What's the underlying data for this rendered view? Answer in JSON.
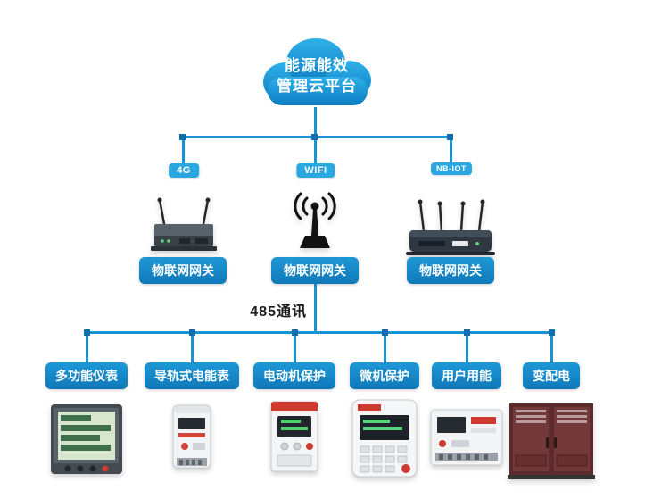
{
  "cloud": {
    "line1": "能源能效",
    "line2": "管理云平台"
  },
  "gateways": [
    {
      "badge": "4G",
      "label": "物联网网关"
    },
    {
      "badge": "WIFI",
      "label": "物联网网关"
    },
    {
      "badge": "NB-IOT",
      "label": "物联网网关"
    }
  ],
  "bus_label": "485通讯",
  "terminals": [
    {
      "label": "多功能仪表"
    },
    {
      "label": "导轨式电能表"
    },
    {
      "label": "电动机保护"
    },
    {
      "label": "微机保护"
    },
    {
      "label": "用户用能"
    },
    {
      "label": "变配电"
    }
  ],
  "colors": {
    "line": "#1794d6",
    "node": "#0f6fae",
    "cloud_top": "#2fb0e8",
    "cloud_bottom": "#0d7cc1",
    "badge_bg": "#2aa7e0",
    "label_bg": "#1687c9",
    "text_on_blue": "#ffffff",
    "bus_text": "#1c1c1c"
  }
}
